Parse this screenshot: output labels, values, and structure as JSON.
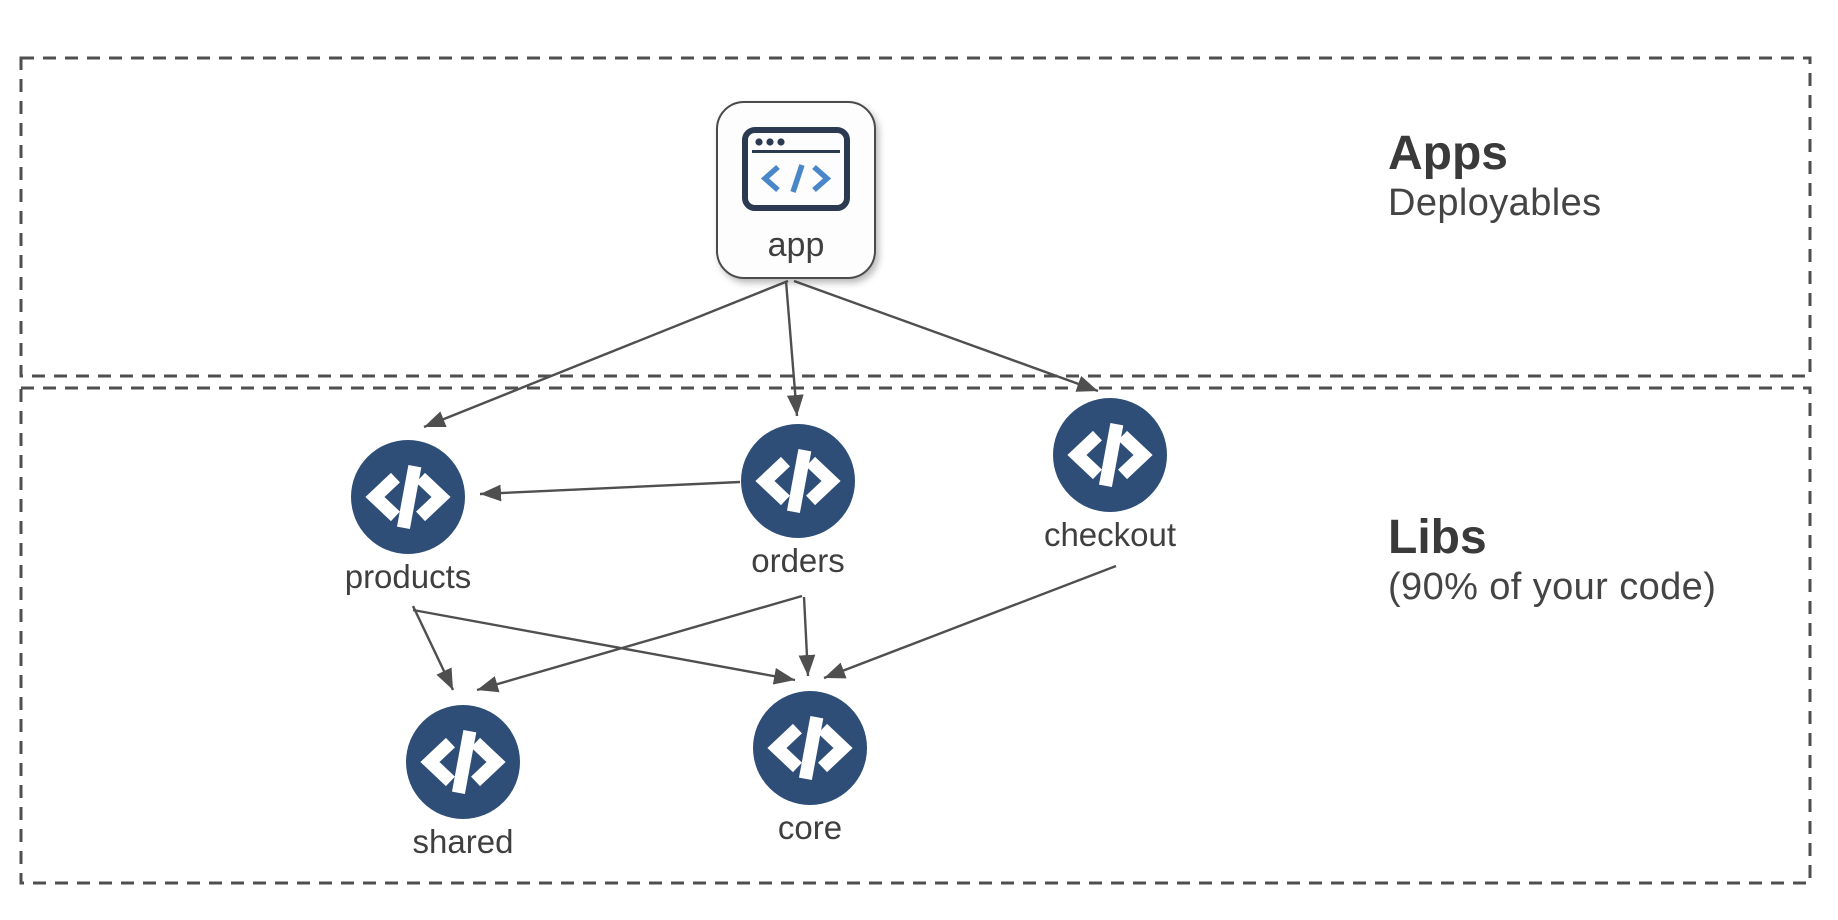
{
  "sections": [
    {
      "id": "apps",
      "title": "Apps",
      "subtitle": "Deployables"
    },
    {
      "id": "libs",
      "title": "Libs",
      "subtitle": "(90% of your code)"
    }
  ],
  "nodes": {
    "app": {
      "label": "app",
      "kind": "application",
      "icon": "browser-code-icon",
      "section": "apps"
    },
    "products": {
      "label": "products",
      "kind": "library",
      "icon": "code-icon",
      "section": "libs"
    },
    "orders": {
      "label": "orders",
      "kind": "library",
      "icon": "code-icon",
      "section": "libs"
    },
    "checkout": {
      "label": "checkout",
      "kind": "library",
      "icon": "code-icon",
      "section": "libs"
    },
    "shared": {
      "label": "shared",
      "kind": "library",
      "icon": "code-icon",
      "section": "libs"
    },
    "core": {
      "label": "core",
      "kind": "library",
      "icon": "code-icon",
      "section": "libs"
    }
  },
  "edges": [
    {
      "from": "app",
      "to": "products"
    },
    {
      "from": "app",
      "to": "orders"
    },
    {
      "from": "app",
      "to": "checkout"
    },
    {
      "from": "orders",
      "to": "products"
    },
    {
      "from": "products",
      "to": "shared"
    },
    {
      "from": "products",
      "to": "core"
    },
    {
      "from": "orders",
      "to": "shared"
    },
    {
      "from": "orders",
      "to": "core"
    },
    {
      "from": "checkout",
      "to": "core"
    }
  ],
  "colors": {
    "library_node_fill": "#2e4e78",
    "app_icon_outline": "#2b3a50",
    "app_icon_accent": "#4a87c9",
    "edge": "#4f4f4f",
    "section_border": "#4f4f4f",
    "text": "#3f3f3f",
    "background": "#ffffff"
  }
}
